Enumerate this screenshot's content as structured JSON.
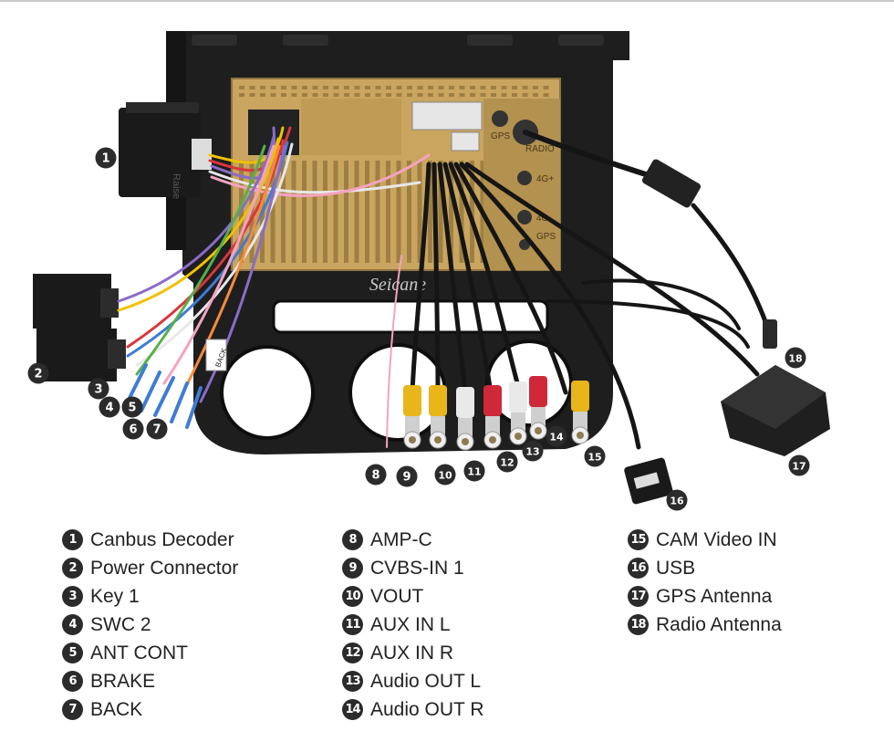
{
  "brand_watermark": "Seicane",
  "unit_labels": {
    "gps": "GPS",
    "radio": "RADIO",
    "four_g_plus": "4G+",
    "four_g_minus": "4G-",
    "gps_lower": "GPS",
    "decoder_brand": "Raise",
    "back_tag": "BACK"
  },
  "callouts": [
    "1",
    "2",
    "3",
    "4",
    "5",
    "6",
    "7",
    "8",
    "9",
    "10",
    "11",
    "12",
    "13",
    "14",
    "15",
    "16",
    "17",
    "18"
  ],
  "legend": {
    "col1": [
      {
        "num": "1",
        "label": "Canbus Decoder"
      },
      {
        "num": "2",
        "label": "Power Connector"
      },
      {
        "num": "3",
        "label": "Key 1"
      },
      {
        "num": "4",
        "label": "SWC 2"
      },
      {
        "num": "5",
        "label": "ANT CONT"
      },
      {
        "num": "6",
        "label": "BRAKE"
      },
      {
        "num": "7",
        "label": "BACK"
      }
    ],
    "col2": [
      {
        "num": "8",
        "label": "AMP-C"
      },
      {
        "num": "9",
        "label": "CVBS-IN 1"
      },
      {
        "num": "10",
        "label": "VOUT"
      },
      {
        "num": "11",
        "label": "AUX IN L"
      },
      {
        "num": "12",
        "label": "AUX IN R"
      },
      {
        "num": "13",
        "label": "Audio OUT L"
      },
      {
        "num": "14",
        "label": "Audio OUT R"
      }
    ],
    "col3": [
      {
        "num": "15",
        "label": "CAM Video IN"
      },
      {
        "num": "16",
        "label": "USB"
      },
      {
        "num": "17",
        "label": "GPS Antenna"
      },
      {
        "num": "18",
        "label": "Radio Antenna"
      }
    ]
  },
  "colors": {
    "frame": "#1e1e1e",
    "chassis": "#c9a55f",
    "rca_yellow": "#e8b51a",
    "rca_white": "#e9e9e9",
    "rca_red": "#cf2838",
    "callout": "#2b2b2b"
  }
}
